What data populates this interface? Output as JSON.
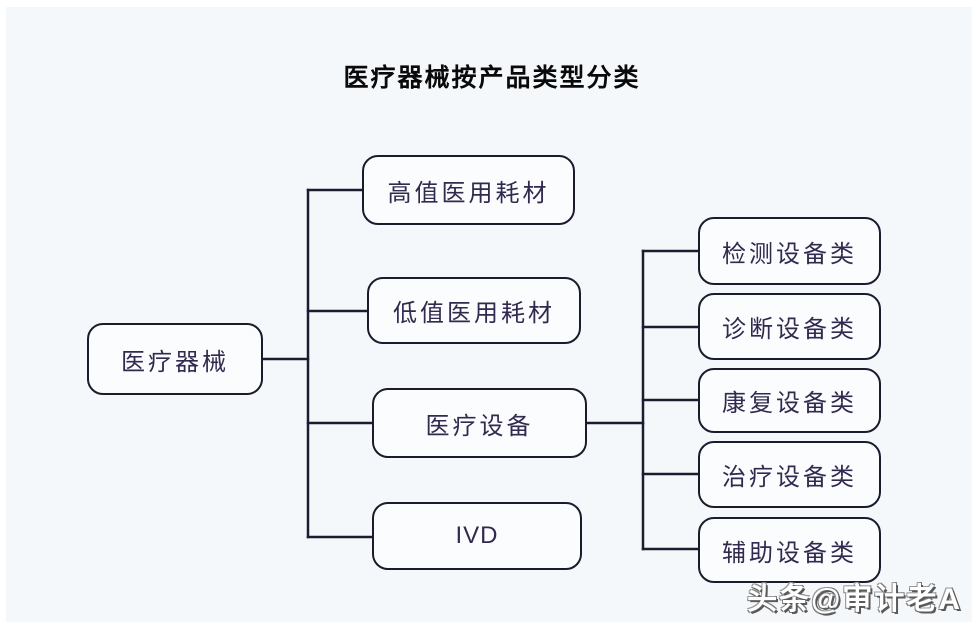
{
  "title": "医疗器械按产品类型分类",
  "diagram": {
    "root": {
      "label": "医疗器械"
    },
    "level2": [
      {
        "label": "高值医用耗材"
      },
      {
        "label": "低值医用耗材"
      },
      {
        "label": "医疗设备"
      },
      {
        "label": "IVD"
      }
    ],
    "level3": [
      {
        "label": "检测设备类"
      },
      {
        "label": "诊断设备类"
      },
      {
        "label": "康复设备类"
      },
      {
        "label": "治疗设备类"
      },
      {
        "label": "辅助设备类"
      }
    ]
  },
  "watermark": "头条@审计老A",
  "colors": {
    "background": "#f5f8fb",
    "box_fill": "#fafcfe",
    "box_border": "#1b1b2e",
    "box_text": "#32294e",
    "title_text": "#0a0a0a",
    "connector": "#1c1c30",
    "watermark_text": "#ffffff",
    "watermark_shadow": "#5a5a5a"
  }
}
